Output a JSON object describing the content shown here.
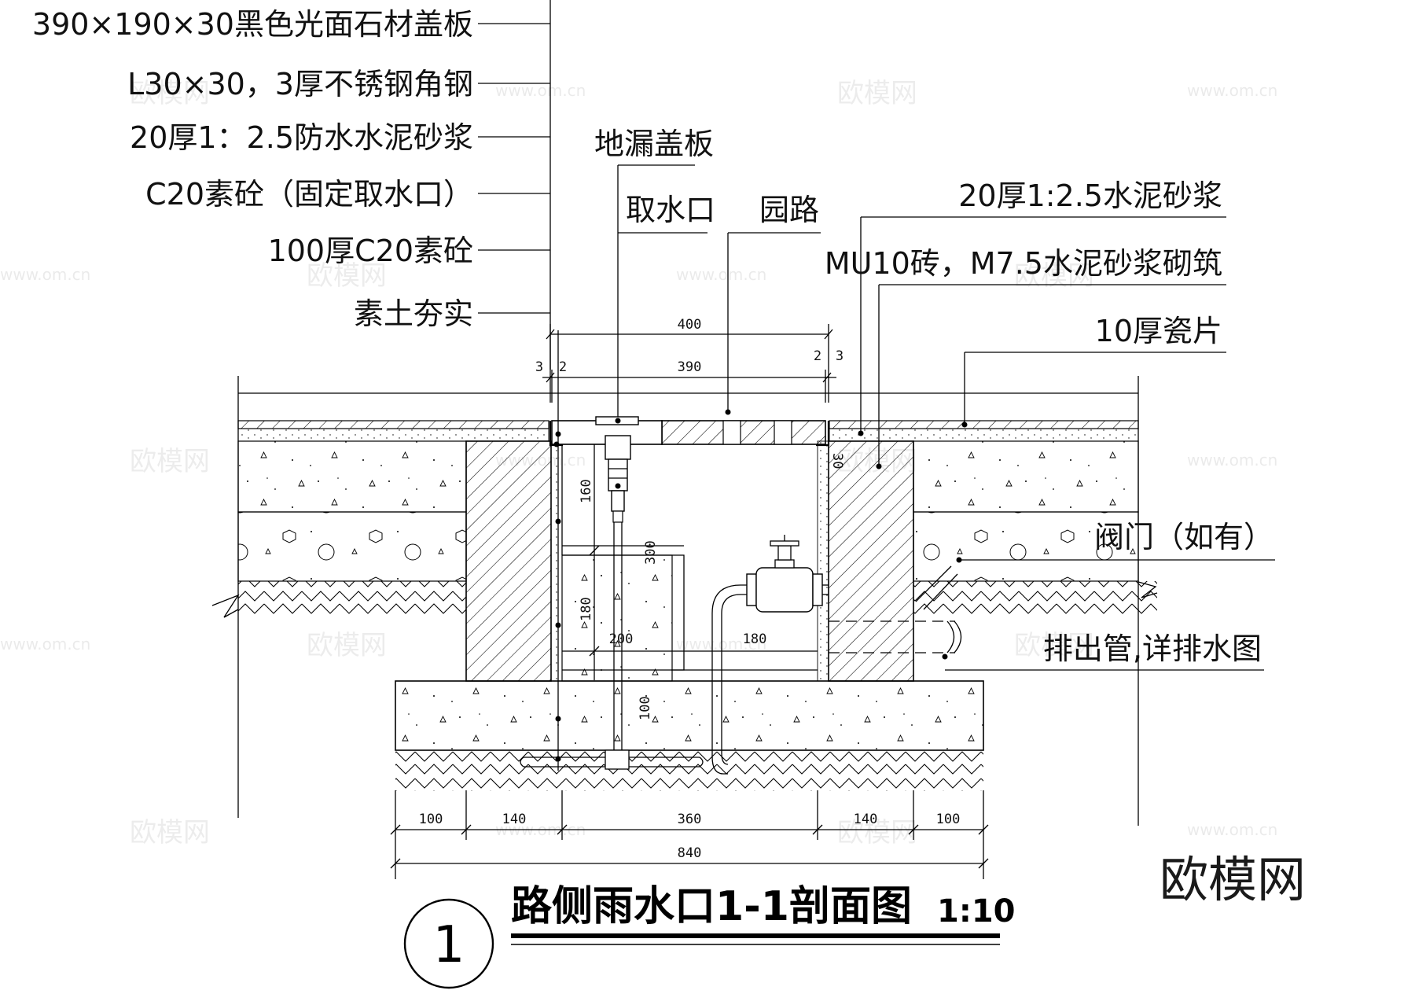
{
  "labels_left": [
    "390×190×30黑色光面石材盖板",
    "L30×30，3厚不锈钢角钢",
    "20厚1：2.5防水水泥砂浆",
    "C20素砼（固定取水口）",
    "100厚C20素砼",
    "素土夯实"
  ],
  "labels_center": {
    "floor_drain_cover": "地漏盖板",
    "water_intake": "取水口",
    "garden_path": "园路"
  },
  "labels_right": [
    "20厚1:2.5水泥砂浆",
    "MU10砖，M7.5水泥砂浆砌筑",
    "10厚瓷片",
    "阀门（如有）",
    "排出管,详排水图"
  ],
  "dims_top": {
    "overall": "400",
    "inner": "390",
    "left_a": "3",
    "left_b": "2",
    "right_a": "2",
    "right_b": "3"
  },
  "dims_inner": {
    "d30": "30",
    "d160": "160",
    "d300": "300",
    "d180v": "180",
    "d200": "200",
    "d180h": "180",
    "d100": "100"
  },
  "dims_bottom": {
    "segments": [
      "100",
      "140",
      "360",
      "140",
      "100"
    ],
    "total": "840"
  },
  "title": {
    "number": "1",
    "text": "路侧雨水口1-1剖面图",
    "scale": "1:10"
  },
  "watermark": {
    "text": "欧模网",
    "url": "www.om.cn",
    "logo": "欧模网"
  }
}
